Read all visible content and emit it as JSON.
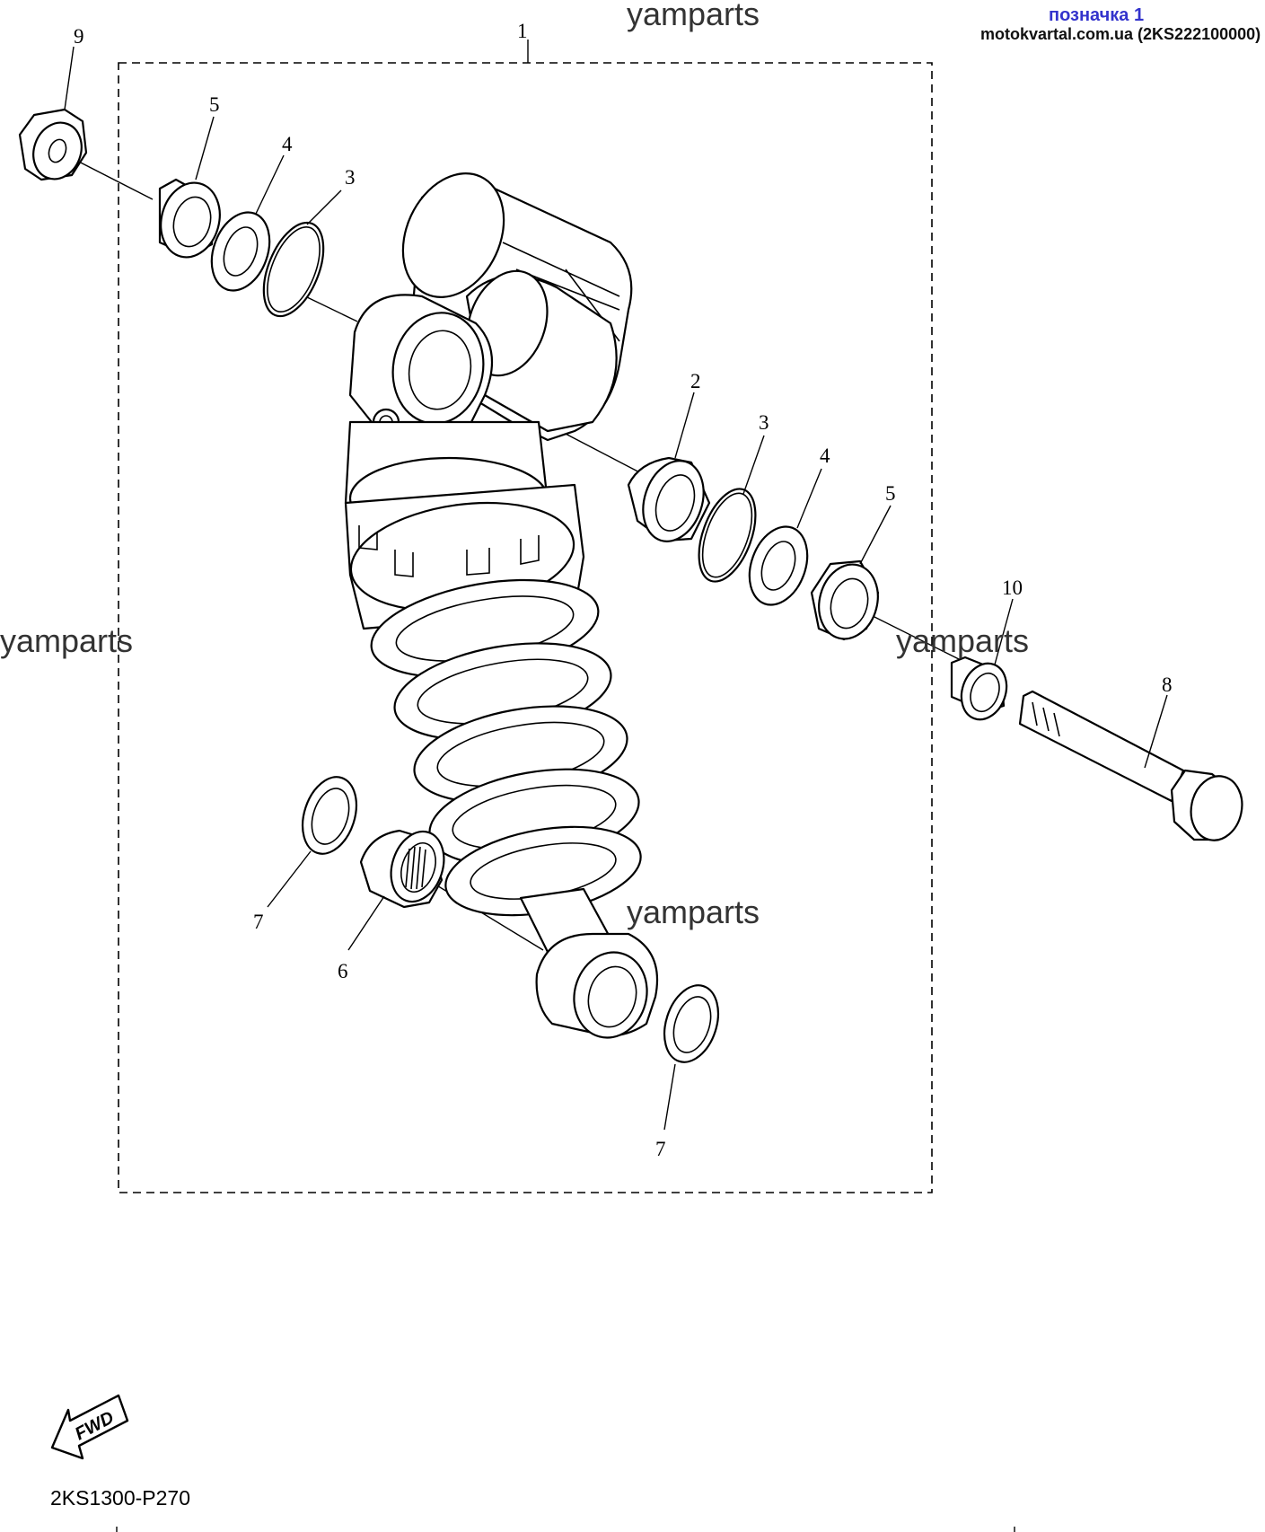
{
  "header": {
    "label": "позначка 1",
    "source": "motokvartal.com.ua (2KS222100000)"
  },
  "watermarks": [
    "yamparts",
    "yamparts",
    "yamparts",
    "yamparts"
  ],
  "callouts": {
    "c1": "1",
    "c2": "2",
    "c3a": "3",
    "c3b": "3",
    "c4a": "4",
    "c4b": "4",
    "c5a": "5",
    "c5b": "5",
    "c6": "6",
    "c7a": "7",
    "c7b": "7",
    "c8": "8",
    "c9": "9",
    "c10": "10"
  },
  "fwd_label": "FWD",
  "diagram_code": "2KS1300-P270",
  "colors": {
    "header_label": "#3333cc",
    "lines": "#000000",
    "background": "#ffffff"
  }
}
